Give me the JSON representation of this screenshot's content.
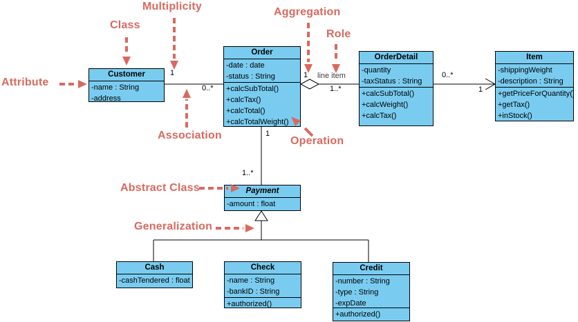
{
  "colors": {
    "class_fill": "#79ccf0",
    "class_border": "#000000",
    "annotation": "#d9695f",
    "connector": "#000000"
  },
  "classes": {
    "customer": {
      "title": "Customer",
      "attributes": [
        "-name : String",
        "-address"
      ]
    },
    "order": {
      "title": "Order",
      "attributes": [
        "-date : date",
        "-status : String"
      ],
      "operations": [
        "+calcSubTotal()",
        "+calcTax()",
        "+calcTotal()",
        "+calcTotalWeight()"
      ]
    },
    "orderdetail": {
      "title": "OrderDetail",
      "attributes": [
        "-quantity",
        "-taxStatus : String"
      ],
      "operations": [
        "+calcSubTotal()",
        "+calcWeight()",
        "+calcTax()"
      ]
    },
    "item": {
      "title": "Item",
      "attributes": [
        "-shippingWeight",
        "-description : String"
      ],
      "operations": [
        "+getPriceForQuantity()",
        "+getTax()",
        "+inStock()"
      ]
    },
    "payment": {
      "title": "Payment",
      "abstract": true,
      "attributes": [
        "-amount : float"
      ]
    },
    "cash": {
      "title": "Cash",
      "attributes": [
        "-cashTendered : float"
      ]
    },
    "check": {
      "title": "Check",
      "attributes": [
        "-name : String",
        "-bankID : String"
      ],
      "operations": [
        "+authorized()"
      ]
    },
    "credit": {
      "title": "Credit",
      "attributes": [
        "-number : String",
        "-type : String",
        "-expDate"
      ],
      "operations": [
        "+authorized()"
      ]
    }
  },
  "edges": {
    "customer_order": {
      "source_multiplicity": "1",
      "target_multiplicity": "0..*"
    },
    "order_orderdetail": {
      "source_multiplicity": "1",
      "role": "line item",
      "target_multiplicity": "1..*"
    },
    "orderdetail_item": {
      "source_multiplicity": "0..*",
      "target_multiplicity": "1"
    },
    "order_payment": {
      "source_multiplicity": "1",
      "target_multiplicity": "1..*"
    }
  },
  "annotations": {
    "multiplicity": "Multiplicity",
    "class": "Class",
    "aggregation": "Aggregation",
    "role": "Role",
    "attribute": "Attribute",
    "association": "Association",
    "operation": "Operation",
    "abstract_class": "Abstract Class",
    "generalization": "Generalization"
  }
}
